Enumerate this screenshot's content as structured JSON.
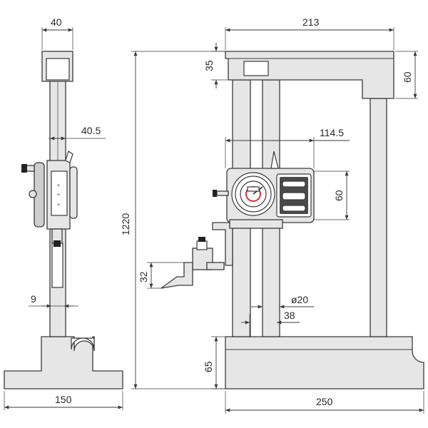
{
  "dimensions": {
    "side_width": "40",
    "side_depth": "40.5",
    "side_thickness": "9",
    "side_base_width": "150",
    "total_height": "1220",
    "front_width": "213",
    "top_thickness": "35",
    "top_right_height": "60",
    "head_width": "114.5",
    "head_height": "60",
    "scriber_height": "32",
    "column_diameter": "ø20",
    "column_spacing": "38",
    "base_height": "65",
    "base_width": "250"
  },
  "colors": {
    "line": "#3a3a3a",
    "fill": "#e6e6e6",
    "dial_red": "#d32f2f",
    "knob": "#222222"
  }
}
